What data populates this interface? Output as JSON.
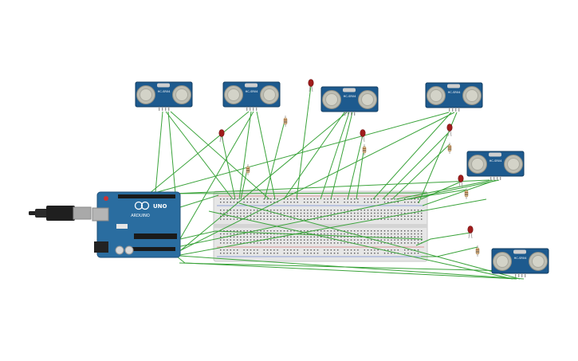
{
  "colors": {
    "background": "#ffffff",
    "wire": "#3aa33a",
    "sensor_board": "#1d5a8e",
    "sensor_transducer": "#c9c9bd",
    "arduino_board": "#2a6da0",
    "breadboard": "#e8e8e8",
    "led": "#a11c1c",
    "resistor": "#d8b58a",
    "usb_cable": "#222222"
  },
  "arduino": {
    "brand_label": "ARDUINO",
    "model_label": "UNO",
    "icon": "arduino-infinity-icon"
  },
  "sensors": [
    {
      "label": "HC-SR04"
    },
    {
      "label": "HC-SR04"
    },
    {
      "label": "HC-SR04"
    },
    {
      "label": "HC-SR04"
    },
    {
      "label": "HC-SR04"
    },
    {
      "label": "HC-SR04"
    }
  ],
  "leds": [
    {
      "color": "red"
    },
    {
      "color": "red"
    },
    {
      "color": "red"
    },
    {
      "color": "red"
    },
    {
      "color": "red"
    },
    {
      "color": "red"
    }
  ]
}
